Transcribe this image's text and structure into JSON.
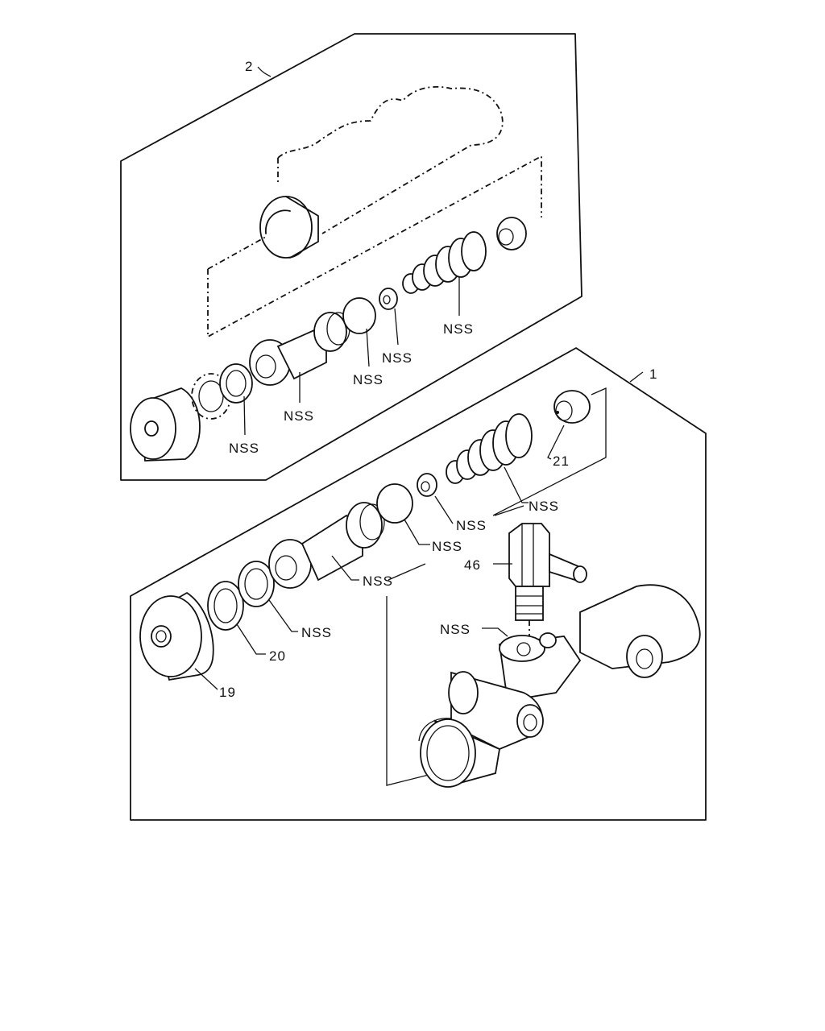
{
  "callouts": {
    "assembly_2": "2",
    "assembly_1": "1",
    "part_19": "19",
    "part_20": "20",
    "part_21": "21",
    "part_46": "46"
  },
  "nss": {
    "label": "NSS"
  }
}
